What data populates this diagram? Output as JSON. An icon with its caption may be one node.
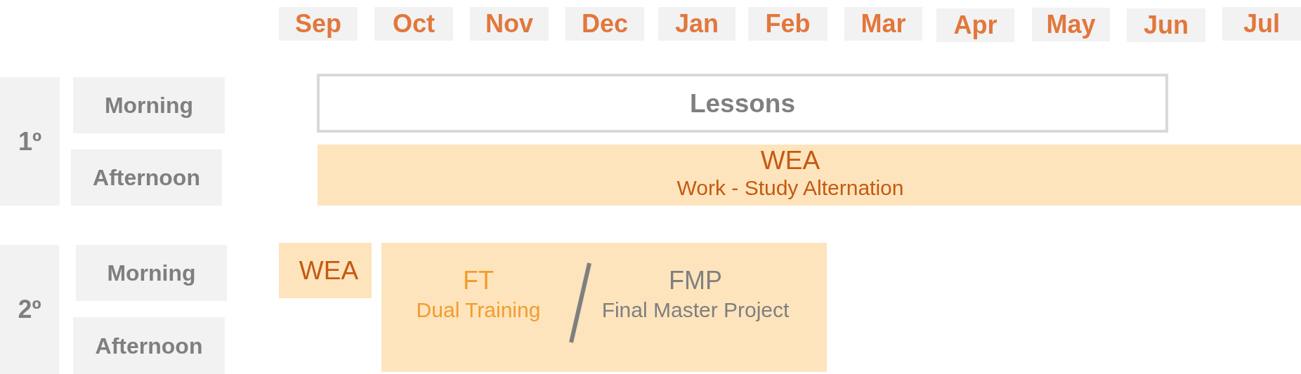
{
  "diagram": {
    "nodes": [
      {
        "text": [
          "Sep"
        ]
      },
      {
        "text": [
          "Oct"
        ]
      },
      {
        "text": [
          "Nov"
        ]
      },
      {
        "text": [
          "Dec"
        ]
      },
      {
        "text": [
          "Jan"
        ]
      },
      {
        "text": [
          "Feb"
        ]
      },
      {
        "text": [
          "Mar"
        ]
      },
      {
        "text": [
          "Apr"
        ]
      },
      {
        "text": [
          "May"
        ]
      },
      {
        "text": [
          "Jun"
        ]
      },
      {
        "text": [
          "Jul"
        ]
      },
      {
        "text": [
          "1º"
        ]
      },
      {
        "text": [
          "Morning"
        ]
      },
      {
        "text": [
          "Lessons"
        ]
      },
      {
        "text": [
          "Afternoon"
        ]
      },
      {
        "text": [
          "WEA",
          "Work - Study Alternation"
        ]
      },
      {
        "text": [
          "2º"
        ]
      },
      {
        "text": [
          "Morning"
        ]
      },
      {
        "text": [
          "WEA"
        ]
      },
      {
        "text": [
          "FT",
          "Dual Training",
          "FMP",
          "Final Master Project"
        ]
      },
      {
        "text": [
          "Afternoon"
        ]
      }
    ]
  }
}
